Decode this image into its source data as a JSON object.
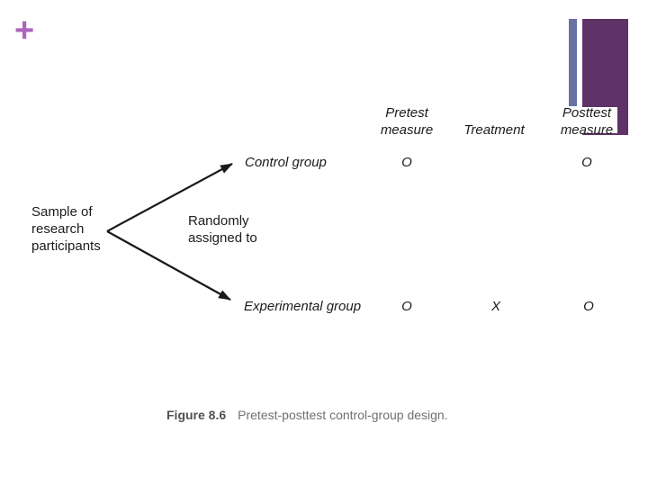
{
  "decor": {
    "plus_color": "#ae65bd",
    "stripe_color": "#6973a2",
    "block_color": "#5f3368",
    "arrow_color": "#1a1a1a"
  },
  "slide": {
    "plus_sign": "+"
  },
  "diagram": {
    "column_headers": {
      "pretest": "Pretest\nmeasure",
      "treatment": "Treatment",
      "posttest": "Posttest\nmeasure"
    },
    "source_label": "Sample of\nresearch\nparticipants",
    "assignment_label": "Randomly\nassigned to",
    "rows": [
      {
        "group": "Control group",
        "pretest": "O",
        "treatment": "",
        "posttest": "O"
      },
      {
        "group": "Experimental group",
        "pretest": "O",
        "treatment": "X",
        "posttest": "O"
      }
    ]
  },
  "caption": {
    "figure_label": "Figure 8.6",
    "text": "Pretest-posttest control-group design."
  }
}
